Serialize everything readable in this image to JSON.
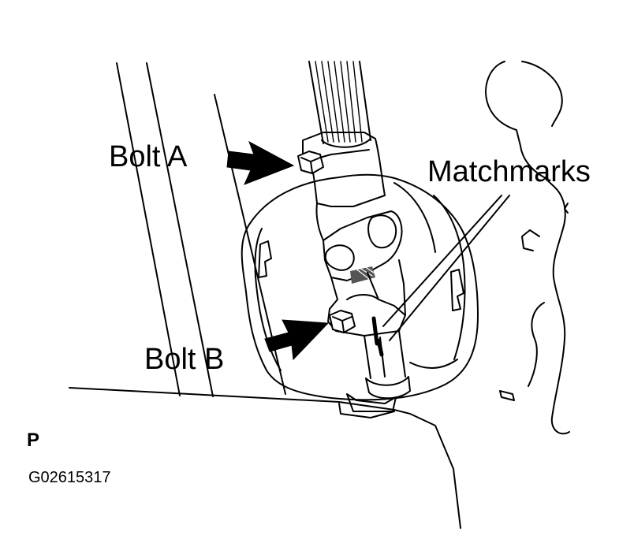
{
  "labels": {
    "bolt_a": "Bolt A",
    "bolt_b": "Bolt B",
    "matchmarks": "Matchmarks",
    "view": "P",
    "figure_id": "G02615317"
  },
  "colors": {
    "ink": "#000000",
    "paper": "#ffffff",
    "shade": "#555555"
  },
  "icons": {
    "callout_arrow": "arrow-right-icon",
    "fastener": "hex-bolt-icon"
  }
}
